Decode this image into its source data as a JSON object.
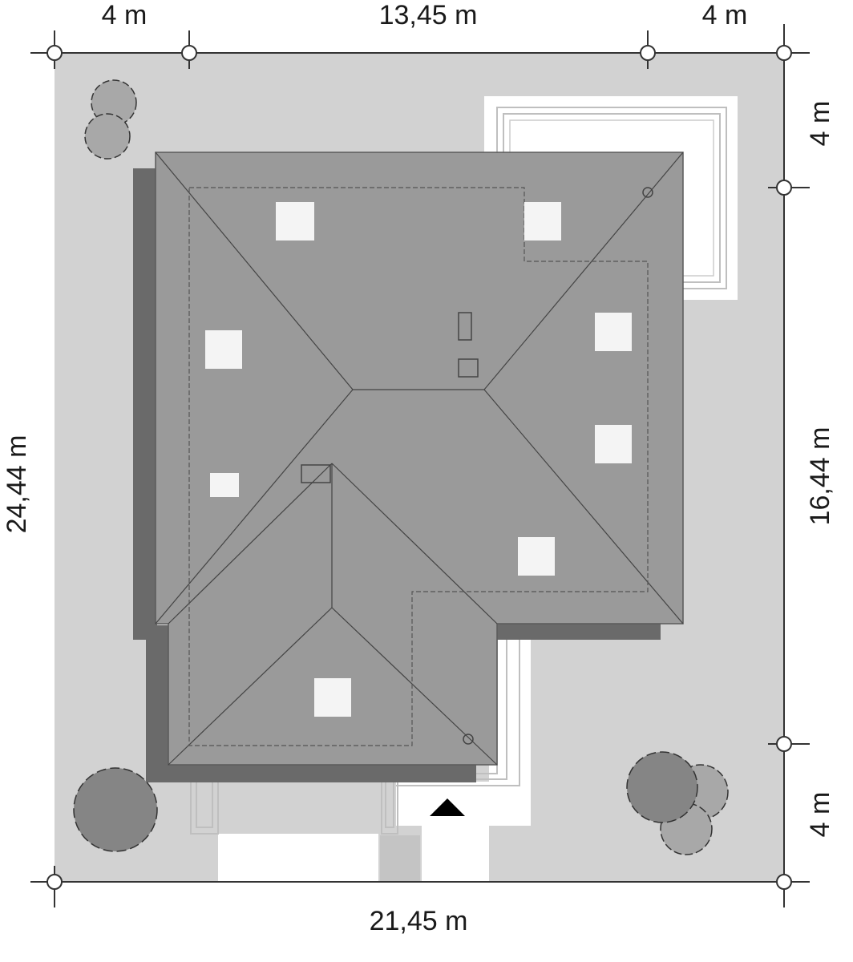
{
  "dimensions": {
    "top_left": "4 m",
    "top_middle": "13,45 m",
    "top_right": "4 m",
    "right_top": "4 m",
    "right_middle": "16,44 m",
    "right_bottom": "4 m",
    "left_total": "24,44 m",
    "bottom_total": "21,45 m"
  },
  "colors": {
    "plot": "#d2d2d2",
    "roof": "#9a9a9a",
    "roof_shadow": "#6a6a6a",
    "paving": "#ffffff",
    "skylight": "#f4f4f4",
    "tree_dark": "#858585",
    "tree_light": "#a8a8a8"
  }
}
